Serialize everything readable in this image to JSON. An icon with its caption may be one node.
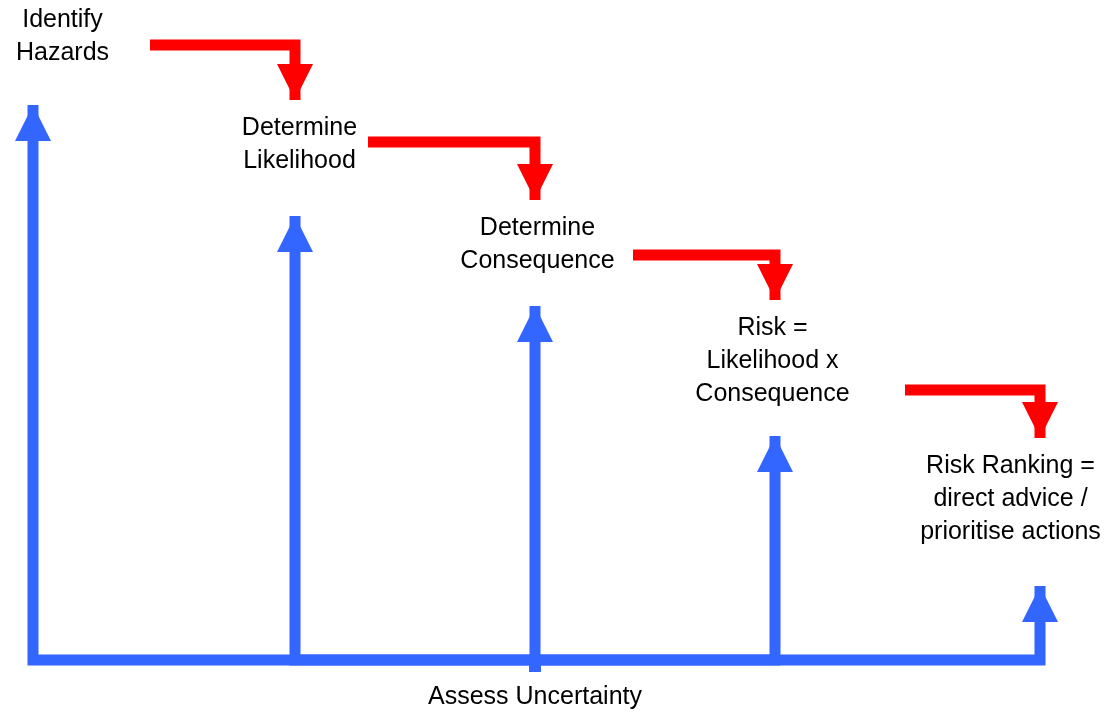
{
  "diagram": {
    "nodes": [
      {
        "text": [
          "Identify Hazards"
        ]
      },
      {
        "text": [
          "Determine Likelihood"
        ]
      },
      {
        "text": [
          "Determine Consequence"
        ]
      },
      {
        "text": [
          "Risk = Likelihood x Consequence"
        ]
      },
      {
        "text": [
          "Risk Ranking = direct advice / prioritise actions"
        ]
      },
      {
        "text": [
          "Assess Uncertainty"
        ]
      }
    ],
    "edges": [
      {
        "from": 0,
        "to": 1,
        "arrow": "to",
        "color": "#ff0000"
      },
      {
        "from": 1,
        "to": 2,
        "arrow": "to",
        "color": "#ff0000"
      },
      {
        "from": 2,
        "to": 3,
        "arrow": "to",
        "color": "#ff0000"
      },
      {
        "from": 3,
        "to": 4,
        "arrow": "to",
        "color": "#ff0000"
      },
      {
        "from": 5,
        "to": 0,
        "arrow": "to"
      },
      {
        "from": 5,
        "to": 1,
        "arrow": "to"
      },
      {
        "from": 5,
        "to": 2,
        "arrow": "to"
      },
      {
        "from": 5,
        "to": 3,
        "arrow": "to"
      },
      {
        "from": 5,
        "to": 4,
        "arrow": "to"
      }
    ]
  }
}
